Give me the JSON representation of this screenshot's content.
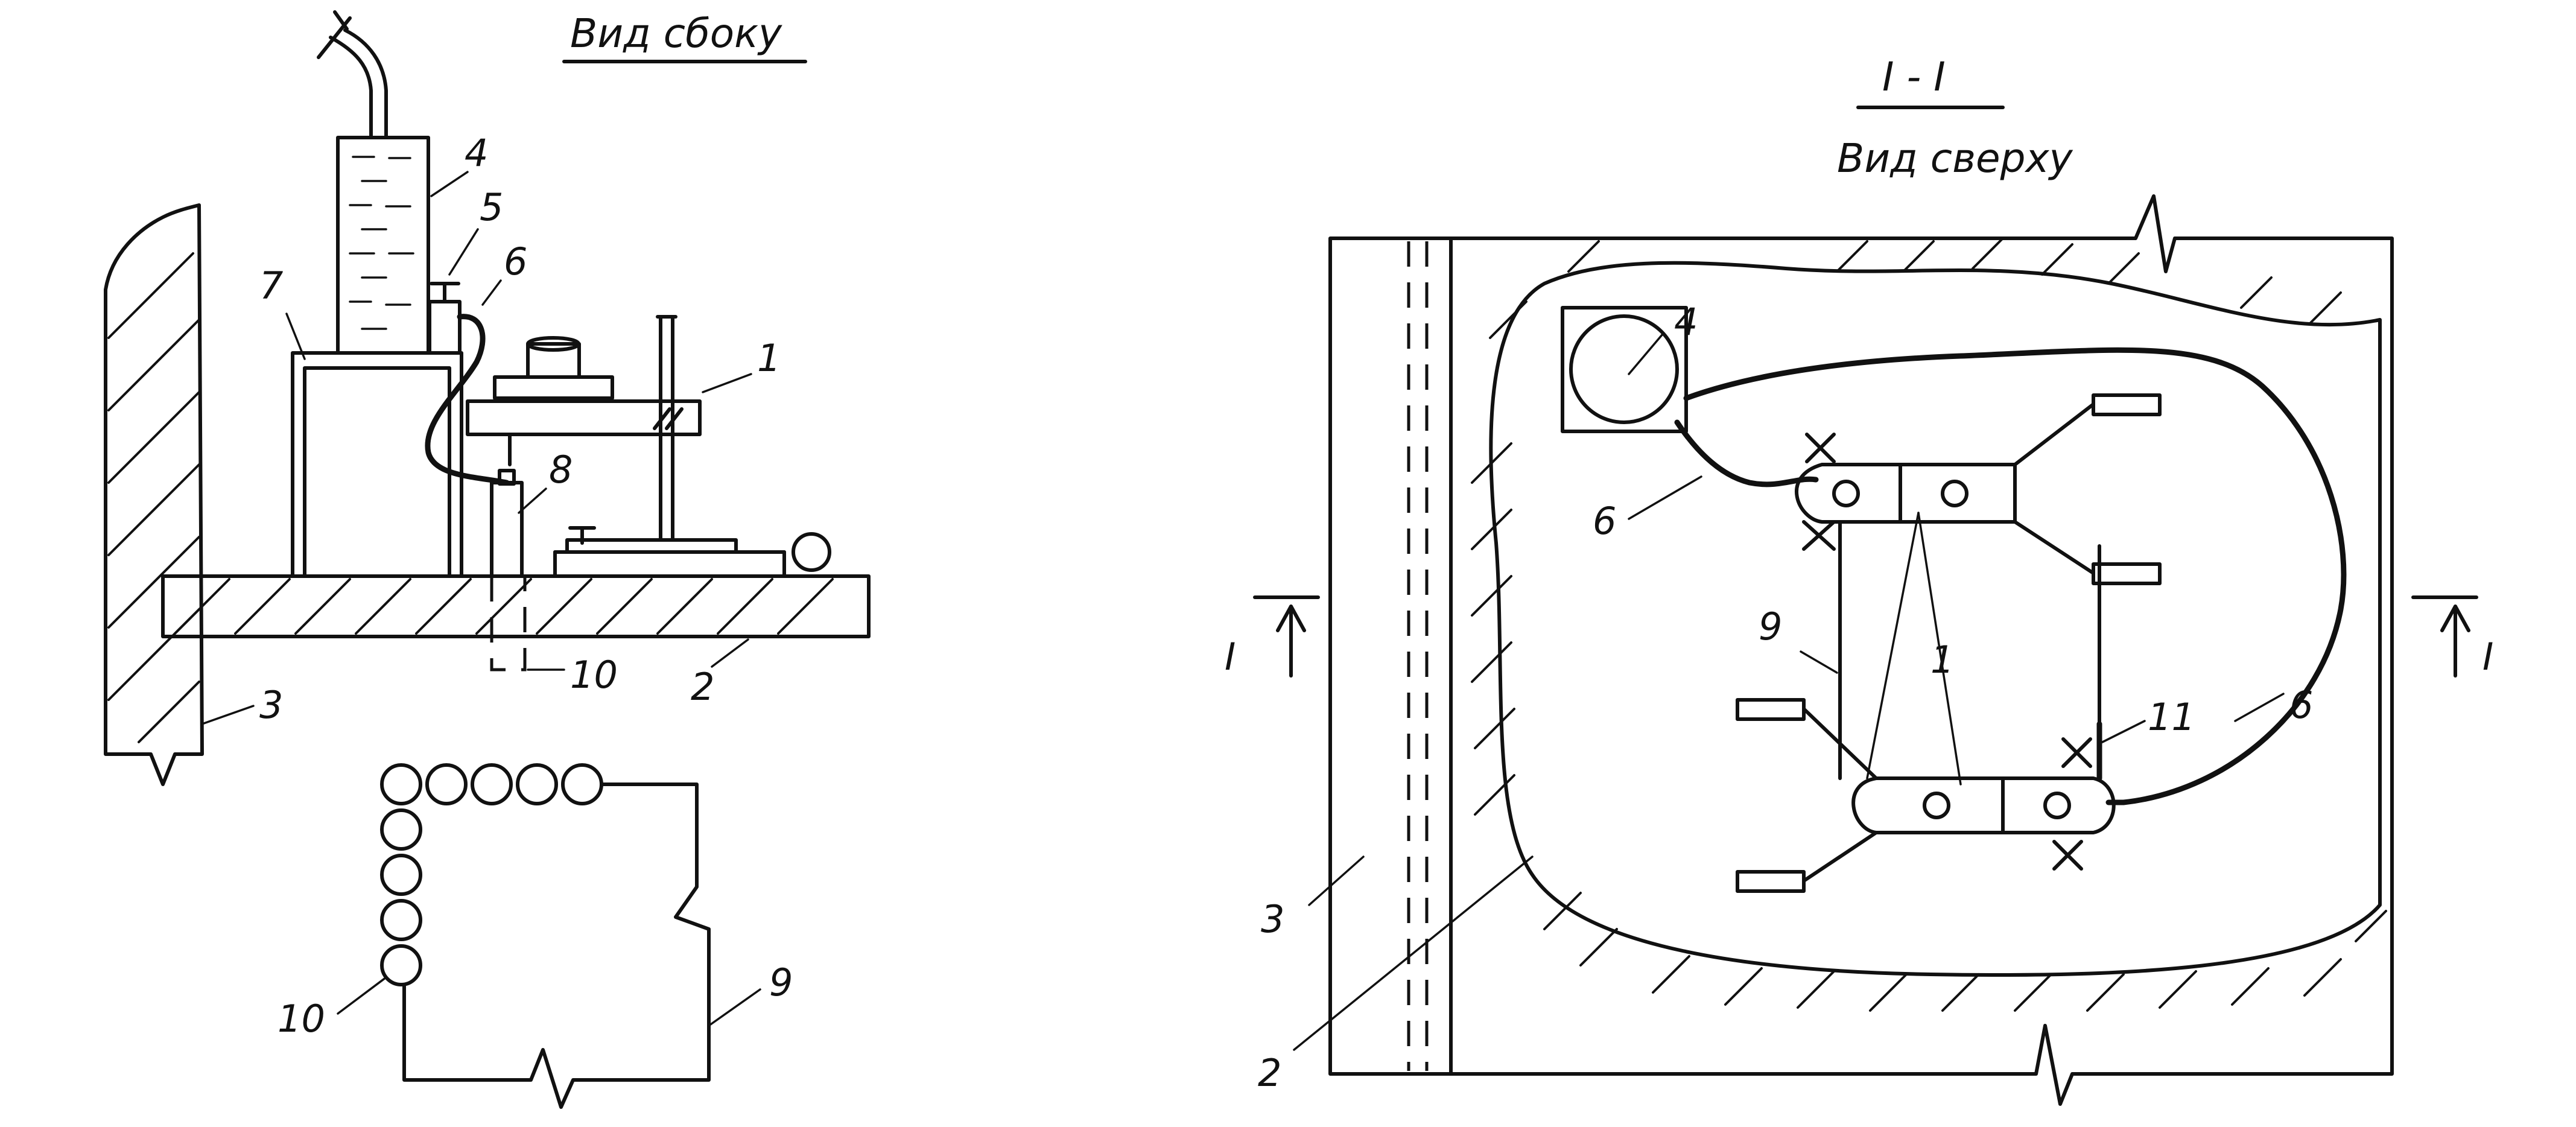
{
  "titles": {
    "side_view": "Вид сбоку",
    "section": "I - I",
    "top_view": "Вид сверху"
  },
  "section_marks": {
    "left": "I",
    "right": "I"
  },
  "side_labels": {
    "l1": "1",
    "l2": "2",
    "l3": "3",
    "l4": "4",
    "l5": "5",
    "l6": "6",
    "l7": "7",
    "l8": "8",
    "l10": "10"
  },
  "chain_labels": {
    "l9": "9",
    "l10": "10"
  },
  "top_labels": {
    "l1": "1",
    "l2": "2",
    "l3": "3",
    "l4": "4",
    "l6a": "6",
    "l6b": "6",
    "l9": "9",
    "l11": "11"
  }
}
